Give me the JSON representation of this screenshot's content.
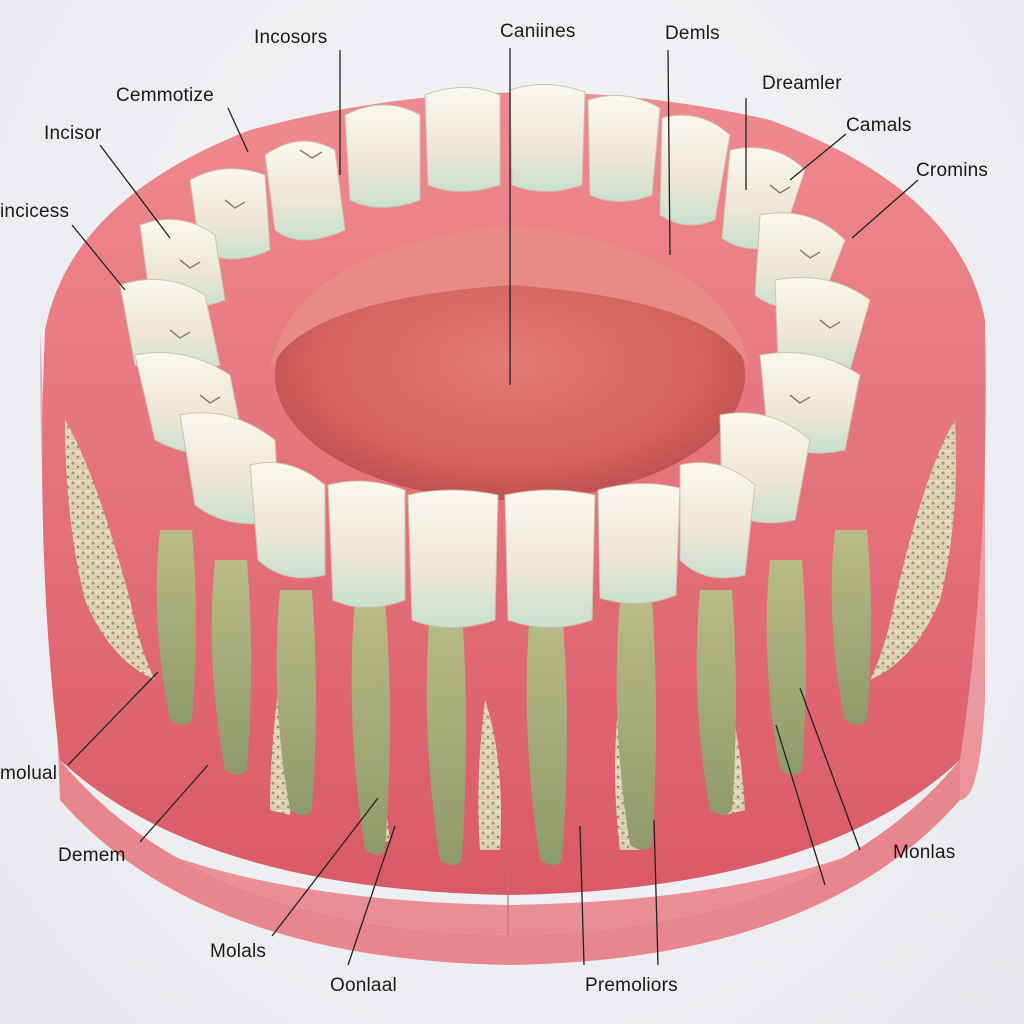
{
  "labels": {
    "incosors": "Incosors",
    "canines": "Caniines",
    "demls": "Demls",
    "cemmotize": "Cemmotize",
    "dreamler": "Dreamler",
    "incisor": "Incisor",
    "camals": "Camals",
    "cromins": "Cromins",
    "incicess": "incicess",
    "molual": "molual",
    "demem": "Demem",
    "monlas": "Monlas",
    "molals": "Molals",
    "oonlaal": "Oonlaal",
    "premoliors": "Premoliors"
  },
  "colors": {
    "background": "#eef0f3",
    "gum": "#e8737a",
    "gum_dark": "#c9485a",
    "gum_base": "#ef9aa0",
    "tongue": "#d9625f",
    "enamel": "#f3eee2",
    "enamel_shadow": "#d8cdb8",
    "root": "#a9b07c",
    "bone": "#e3d7be",
    "label_text": "#1a1a1a",
    "leader_line": "#222222"
  }
}
